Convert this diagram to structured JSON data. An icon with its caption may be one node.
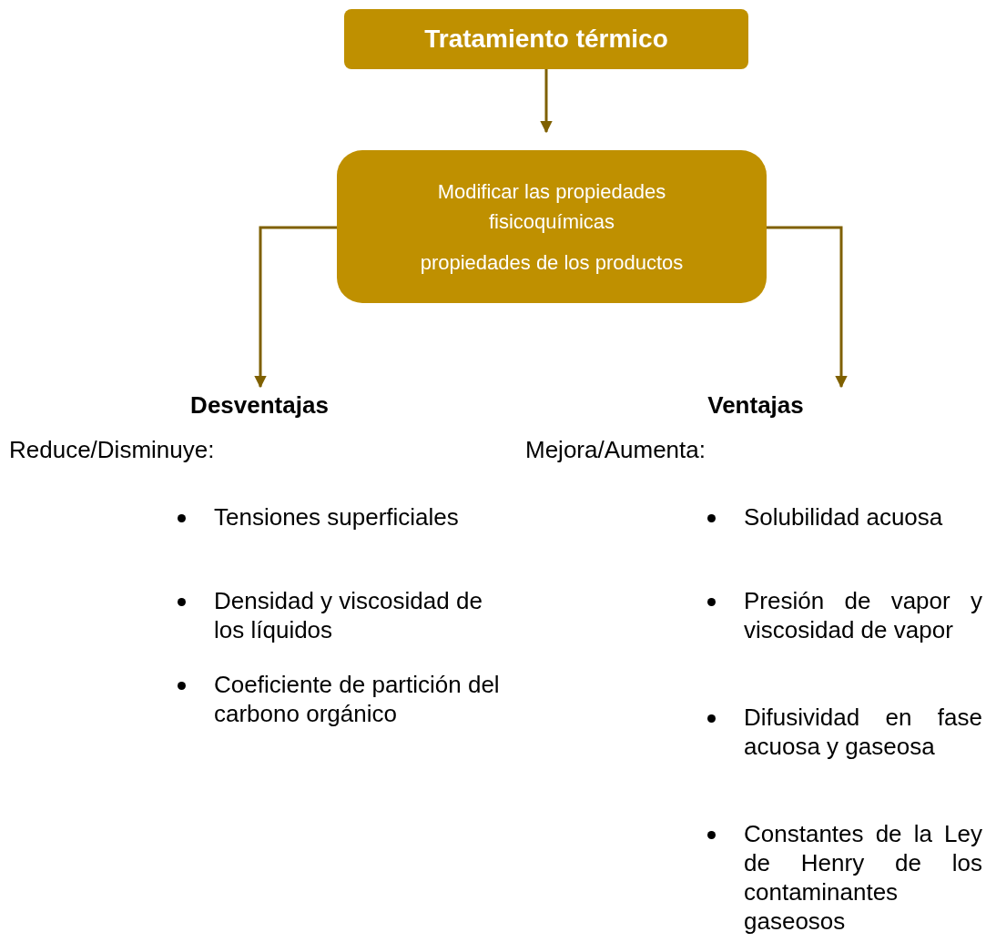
{
  "diagram": {
    "nodes": [
      {
        "text": [
          "Tratamiento térmico"
        ]
      },
      {
        "text": [
          "Modificar las propiedades fisicoquímicas",
          "propiedades de los productos"
        ]
      },
      {
        "text": [
          "Desventajas"
        ]
      },
      {
        "text": [
          "Ventajas"
        ]
      }
    ],
    "edges": [
      {
        "from": 0,
        "to": 1,
        "arrow": "to"
      },
      {
        "from": 1,
        "to": 2,
        "arrow": "to"
      },
      {
        "from": 1,
        "to": 3,
        "arrow": "to"
      }
    ],
    "labels": [
      "Reduce/Disminuye:",
      "Tensiones superficiales",
      "Densidad y viscosidad de los líquidos",
      "Coeficiente de partición del carbono orgánico",
      "Mejora/Aumenta:",
      "Solubilidad acuosa",
      "Presión de vapor y viscosidad de vapor",
      "Difusividad en fase acuosa y gaseosa",
      "Constantes de la Ley de Henry de los contaminantes gaseosos"
    ]
  }
}
